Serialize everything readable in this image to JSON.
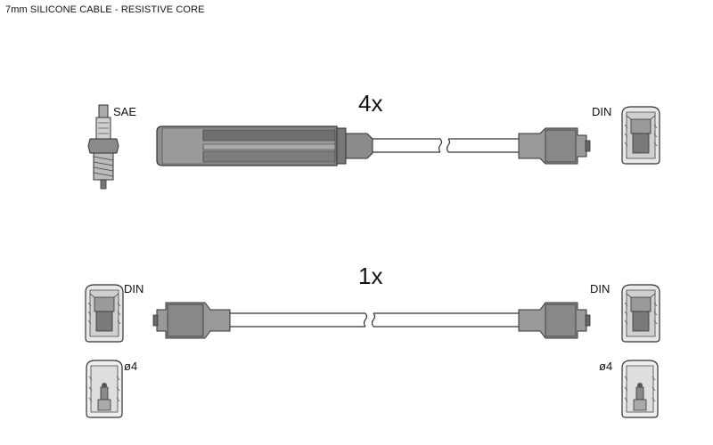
{
  "header": {
    "description": "7mm SILICONE CABLE - RESISTIVE CORE"
  },
  "cable_top": {
    "quantity": "4x",
    "left_connector_label": "SAE",
    "right_connector_label": "DIN"
  },
  "cable_bottom": {
    "quantity": "1x",
    "left_connector_label": "DIN",
    "right_connector_label": "DIN",
    "left_alt_label": "ø4",
    "right_alt_label": "ø4"
  },
  "colors": {
    "ink": "#333333",
    "fill_dark": "#7a7a7a",
    "fill_light": "#bdbdbd",
    "fill_mid": "#9a9a9a"
  }
}
